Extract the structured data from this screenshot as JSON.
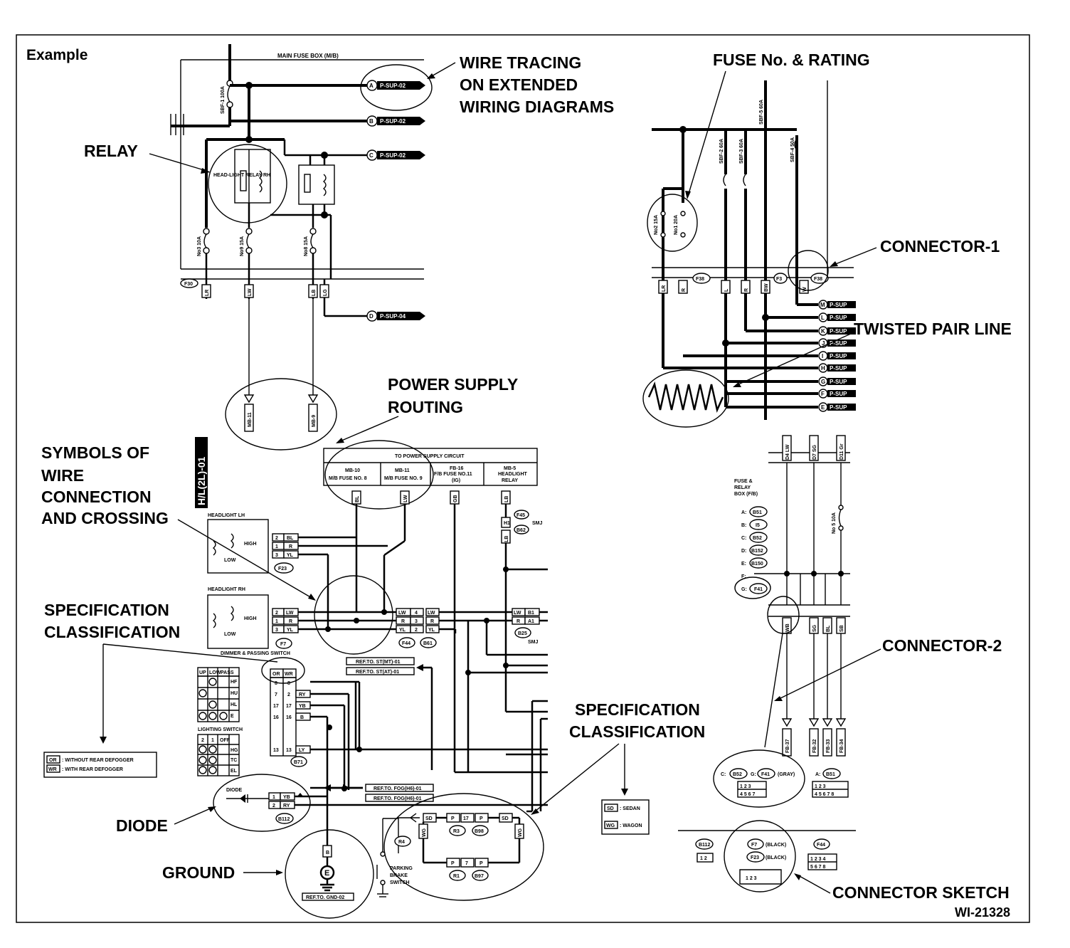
{
  "labels": {
    "example": "Example",
    "wire_tracing_1": "WIRE TRACING",
    "wire_tracing_2": "ON EXTENDED",
    "wire_tracing_3": "WIRING DIAGRAMS",
    "fuse_rating": "FUSE No. & RATING",
    "relay": "RELAY",
    "connector_1": "CONNECTOR-1",
    "twisted_pair": "TWISTED PAIR LINE",
    "power_supply_1": "POWER SUPPLY",
    "power_supply_2": "ROUTING",
    "symbols_1": "SYMBOLS OF",
    "symbols_2": "WIRE",
    "symbols_3": "CONNECTION",
    "symbols_4": "AND CROSSING",
    "spec_left_1": "SPECIFICATION",
    "spec_left_2": "CLASSIFICATION",
    "spec_mid_1": "SPECIFICATION",
    "spec_mid_2": "CLASSIFICATION",
    "connector_2": "CONNECTOR-2",
    "diode": "DIODE",
    "ground": "GROUND",
    "connector_sketch": "CONNECTOR SKETCH",
    "figure_id": "WI-21328"
  },
  "small": {
    "main_fuse_box": "MAIN FUSE BOX (M/B)",
    "psup_a": "P-SUP-02",
    "psup_b": "P-SUP-02",
    "psup_c": "P-SUP-02",
    "psup_d": "P-SUP-04",
    "circle_a": "A",
    "circle_b": "B",
    "circle_c": "C",
    "circle_d": "D",
    "sbf1": "SBF-1 100A",
    "relay_rh": "HEAD-LIGHT RELAY RH",
    "no3": "No3 10A",
    "no9": "No9 15A",
    "no8": "No8 15A",
    "f30": "F30",
    "f39": "F30",
    "lr": "LR",
    "lw": "LW",
    "lb": "LB",
    "lg": "LG",
    "mb11": "MB-11",
    "mb9": "MB-9",
    "side_tag": "H/L(2L)-01",
    "to_power": "TO POWER SUPPLY CIRCUIT",
    "mb10": "MB-10",
    "mb10b": "M/B FUSE NO. 8",
    "mb11h": "MB-11",
    "mb11b": "M/B FUSE NO. 9",
    "fb16": "FB-16",
    "fb16b": "F/B FUSE NO.11",
    "fb16c": "(IG)",
    "mb5": "MB-5",
    "mb5b": "HEADLIGHT",
    "mb5c": "RELAY",
    "bl": "BL",
    "lw2": "LW",
    "gb": "GB",
    "lb2": "LB",
    "headlight_lh": "HEADLIGHT LH",
    "headlight_rh": "HEADLIGHT RH",
    "high": "HIGH",
    "low": "LOW",
    "f23": "F23",
    "f7": "F7",
    "f45": "F45",
    "b62": "B62",
    "smj": "SMJ",
    "f44": "F44",
    "b61": "B61",
    "b25": "B25",
    "dimmer": "DIMMER & PASSING SWITCH",
    "or": "OR",
    "wr": "WR",
    "lighting_switch": "LIGHTING SWITCH",
    "ref_st_mt": "REF.TO. ST(MT)-01",
    "ref_st_at": "REF.TO. ST(AT)-01",
    "ref_fog1": "REF.TO. FOG(H6)-01",
    "ref_fog2": "REF.TO. FOG(H6)-01",
    "ref_gnd": "REF.TO. GND-02",
    "b71": "B71",
    "b112": "B112",
    "diode_small": "DIODE",
    "yb": "YB",
    "ry": "RY",
    "legend_or": "OR",
    "legend_or_txt": ": WITHOUT REAR DEFOGGER",
    "legend_wr": "WR",
    "legend_wr_txt": ": WITH REAR DEFOGGER",
    "legend_sd": "SD",
    "legend_sd_txt": ": SEDAN",
    "legend_wg": "WG",
    "legend_wg_txt": ": WAGON",
    "parking": "PARKING BRAKE SWITCH",
    "r4": "R4",
    "r3": "R3",
    "b98": "B98",
    "r1": "R1",
    "b97": "B97",
    "sd": "SD",
    "wg": "WG",
    "e": "E",
    "b": "B",
    "fuse_relay_box": "FUSE & RELAY BOX (F/B)",
    "no5": "No 5 10A",
    "b51": "B51",
    "i5": "I5",
    "b52": "B52",
    "b152": "B152",
    "b150": "B150",
    "f41": "F41",
    "fb37": "FB-37",
    "fb32": "FB-32",
    "fb33": "FB-33",
    "fb34": "FB-34",
    "gray": "(GRAY)",
    "black1": "(BLACK)",
    "black2": "(BLACK)",
    "f7b": "F7",
    "f23b": "F23",
    "f44b": "F44",
    "b112b": "B112",
    "f38": "F38",
    "f3": "F3",
    "sbf2": "SBF-2 60A",
    "sbf3": "SBF-3 60A",
    "sbf5": "SBF-5 60A",
    "sbf4": "SBF-4 50A",
    "no2": "No2 15A",
    "no1": "No1 20A",
    "psup_right": "P-SUP",
    "m": "M",
    "l": "L",
    "k": "K",
    "j": "J",
    "i": "I",
    "h": "H",
    "g": "G",
    "f": "F",
    "ee": "E"
  }
}
